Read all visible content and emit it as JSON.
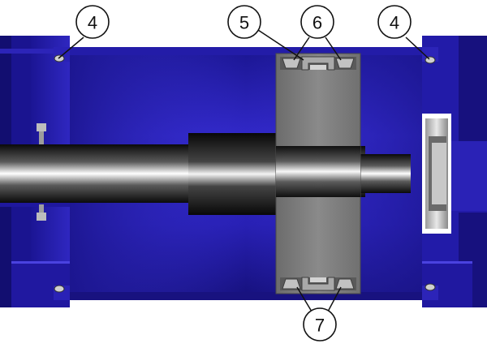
{
  "colors": {
    "housing_dark": "#141070",
    "housing_mid": "#2a23b0",
    "housing_light": "#4a42e0",
    "piston_gray": "#7d7d7d",
    "seal_gray": "#b8b8b8",
    "rod_dark": "#0d0d0d",
    "rod_highlight": "#ffffff",
    "leader": "#111111",
    "callout_fill": "#ffffff"
  },
  "callouts": [
    {
      "id": "c4l",
      "label": "4"
    },
    {
      "id": "c5",
      "label": "5"
    },
    {
      "id": "c6",
      "label": "6"
    },
    {
      "id": "c4r",
      "label": "4"
    },
    {
      "id": "c7",
      "label": "7"
    }
  ]
}
